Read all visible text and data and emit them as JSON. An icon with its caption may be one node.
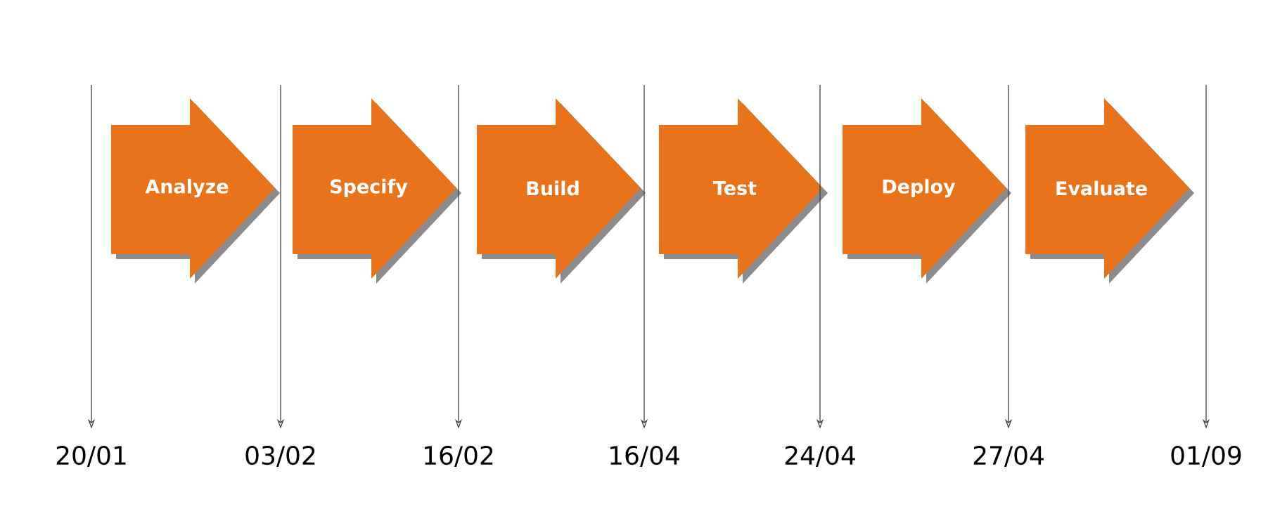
{
  "diagram": {
    "nodes": [
      {
        "text": [
          "Analyze"
        ]
      },
      {
        "text": [
          "Specify"
        ]
      },
      {
        "text": [
          "Build"
        ]
      },
      {
        "text": [
          "Test"
        ]
      },
      {
        "text": [
          "Deploy"
        ]
      },
      {
        "text": [
          "Evaluate"
        ]
      },
      {
        "text": [
          "20/01"
        ]
      },
      {
        "text": [
          "03/02"
        ]
      },
      {
        "text": [
          "16/02"
        ]
      },
      {
        "text": [
          "16/04"
        ]
      },
      {
        "text": [
          "24/04"
        ]
      },
      {
        "text": [
          "27/04"
        ]
      },
      {
        "text": [
          "01/09"
        ]
      }
    ],
    "edges": [
      {
        "from": null,
        "to": 6,
        "arrow": "to"
      },
      {
        "from": null,
        "to": 7,
        "arrow": "to"
      },
      {
        "from": null,
        "to": 8,
        "arrow": "to"
      },
      {
        "from": null,
        "to": 9,
        "arrow": "to"
      },
      {
        "from": null,
        "to": 10,
        "arrow": "to"
      },
      {
        "from": null,
        "to": 11,
        "arrow": "to"
      },
      {
        "from": null,
        "to": 12,
        "arrow": "to"
      }
    ]
  }
}
